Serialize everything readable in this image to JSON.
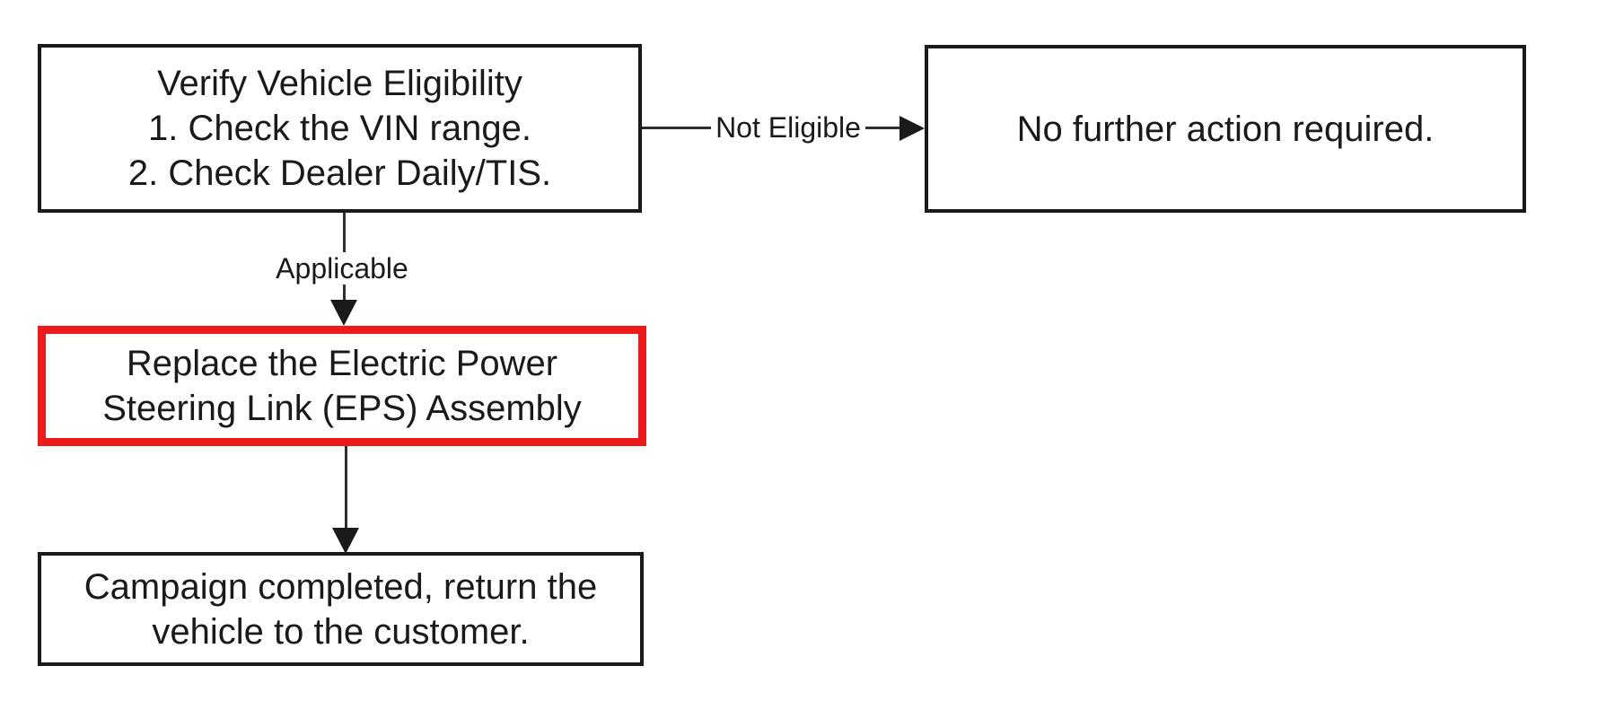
{
  "diagram": {
    "background": "#ffffff",
    "colors": {
      "node_border": "#1a1a1a",
      "text": "#1a1a1a",
      "highlight_border": "#ec1a1a",
      "connector": "#2f2f2f"
    },
    "nodes": {
      "verify": {
        "lines": [
          "Verify Vehicle Eligibility",
          "1. Check the VIN range.",
          "2. Check Dealer Daily/TIS."
        ]
      },
      "no_action": {
        "lines": [
          "No further action required."
        ]
      },
      "replace": {
        "highlighted": true,
        "lines": [
          "Replace the Electric Power",
          "Steering Link (EPS) Assembly"
        ]
      },
      "campaign": {
        "lines": [
          "Campaign completed, return the",
          "vehicle to the customer."
        ]
      }
    },
    "edges": [
      {
        "from": "verify",
        "to": "no_action",
        "direction": "right",
        "label": "Not Eligible"
      },
      {
        "from": "verify",
        "to": "replace",
        "direction": "down",
        "label": "Applicable"
      },
      {
        "from": "replace",
        "to": "campaign",
        "direction": "down",
        "label": ""
      }
    ]
  }
}
